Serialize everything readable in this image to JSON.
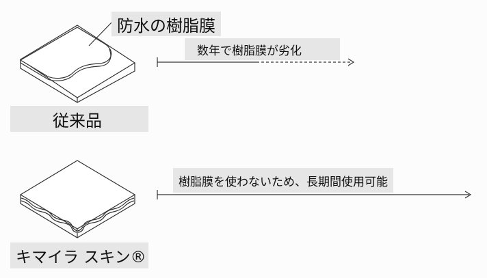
{
  "conventional": {
    "film_label": "防水の樹脂膜",
    "description": "数年で樹脂膜が劣化",
    "product_label": "従来品"
  },
  "chimera": {
    "description": "樹脂膜を使わないため、長期間使用可能",
    "product_label": "キマイラ スキン®"
  },
  "colors": {
    "label_bg": "#e6e6e6",
    "line": "#333333"
  }
}
